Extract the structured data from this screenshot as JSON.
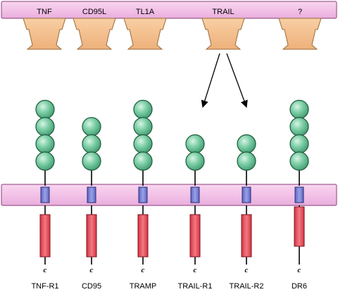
{
  "colors": {
    "membrane_fill": "#f3c2e8",
    "membrane_stroke": "#8a3a7a",
    "ligand_fill": "#f4c08e",
    "ligand_stroke": "#9a6a3a",
    "sphere_fill": "#7fd0a8",
    "sphere_stroke": "#1f5a3c",
    "tm_fill": "#7a82d6",
    "tm_stroke": "#2a2e70",
    "death_domain_fill": "#e44c5a",
    "death_domain_stroke": "#7a1520",
    "line": "#000000"
  },
  "ligands": [
    {
      "label": "TNF"
    },
    {
      "label": "CD95L"
    },
    {
      "label": "TL1A"
    },
    {
      "label": "TRAIL"
    },
    {
      "label": "?"
    }
  ],
  "receptors": [
    {
      "label": "TNF-R1",
      "domains": 4,
      "c_label": "c"
    },
    {
      "label": "CD95",
      "domains": 3,
      "c_label": "c"
    },
    {
      "label": "TRAMP",
      "domains": 4,
      "c_label": "c"
    },
    {
      "label": "TRAIL-R1",
      "domains": 2,
      "c_label": "c"
    },
    {
      "label": "TRAIL-R2",
      "domains": 2,
      "c_label": "c"
    },
    {
      "label": "DR6",
      "domains": 4,
      "c_label": "c"
    }
  ]
}
